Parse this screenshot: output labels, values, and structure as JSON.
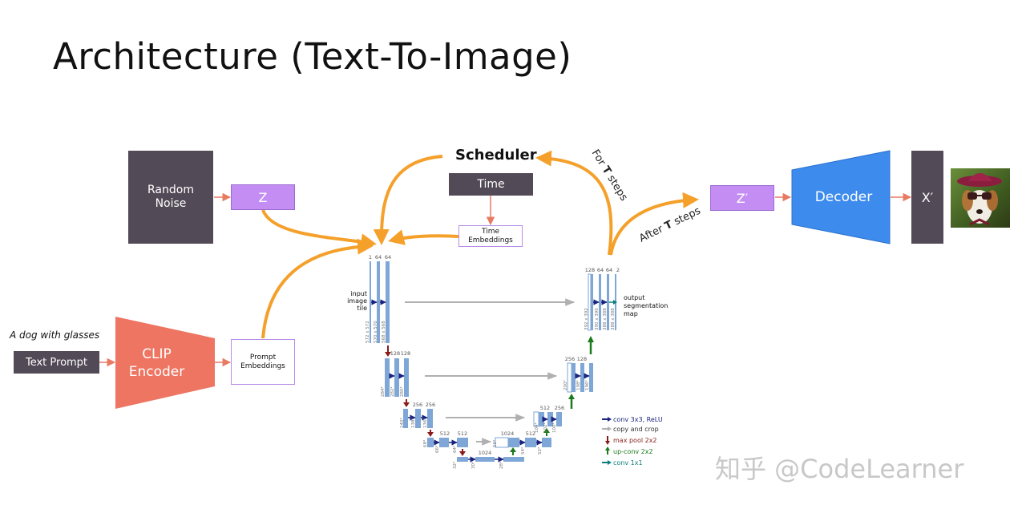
{
  "title": "Architecture (Text-To-Image)",
  "random_noise": "Random\nNoise",
  "z": "Z",
  "z_prime": "Z′",
  "x_prime": "X′",
  "decoder": "Decoder",
  "scheduler": "Scheduler",
  "time": "Time",
  "time_embeddings": "Time\nEmbeddings",
  "clip_encoder": "CLIP\nEncoder",
  "text_prompt": "Text Prompt",
  "prompt_caption": "A dog with glasses",
  "prompt_embeddings": "Prompt\nEmbeddings",
  "for_t_steps": {
    "pre": "For ",
    "bold": "T",
    "post": " steps"
  },
  "after_t_steps": {
    "pre": "After ",
    "bold": "T",
    "post": " steps"
  },
  "unet": {
    "input_label": "input\nimage\ntile",
    "output_label": "output\nsegmentation\nmap",
    "channels": {
      "l1": [
        "1",
        "64",
        "64"
      ],
      "l2": [
        "128",
        "128"
      ],
      "l3": [
        "256",
        "256"
      ],
      "l4": [
        "512",
        "512"
      ],
      "l5": [
        "1024"
      ],
      "r1": [
        "128",
        "64",
        "64",
        "2"
      ],
      "r2": [
        "256",
        "128"
      ],
      "r3": [
        "512",
        "256"
      ],
      "r4": [
        "1024",
        "512"
      ],
      "r5": [
        "1024"
      ]
    },
    "sizes": {
      "l1": [
        "572 x 572",
        "570 x 570",
        "568 x 568"
      ],
      "l2": [
        "284²",
        "282²",
        "280²"
      ],
      "l3": [
        "140²",
        "138²",
        "136²"
      ],
      "l4": [
        "68²",
        "66²",
        "64²"
      ],
      "l5": [
        "32²",
        "30²",
        "28²"
      ],
      "r4": [
        "56²",
        "54²",
        "52²"
      ],
      "r3": [
        "104²",
        "102²",
        "100²"
      ],
      "r2": [
        "200²",
        "198²",
        "196²"
      ],
      "r1": [
        "392 x 392",
        "390 x 390",
        "388 x 388",
        "388 x 388"
      ]
    },
    "legend": [
      {
        "label": "conv 3x3, ReLU",
        "color": "#1a237e"
      },
      {
        "label": "copy and crop",
        "color": "#333333"
      },
      {
        "label": "max pool 2x2",
        "color": "#8b1a1a"
      },
      {
        "label": "up-conv 2x2",
        "color": "#1b7a1b"
      },
      {
        "label": "conv 1x1",
        "color": "#0d7d7d"
      }
    ]
  },
  "watermark": "知乎 @CodeLearner",
  "colors": {
    "dark_box": "#524a56",
    "purple": "#c38df3",
    "clip": "#ed7562",
    "decoder": "#3d8bed",
    "arrow_orange": "#f4a02a",
    "arrow_salmon": "#e87a62",
    "unet_bar": "#7ea6d6"
  }
}
